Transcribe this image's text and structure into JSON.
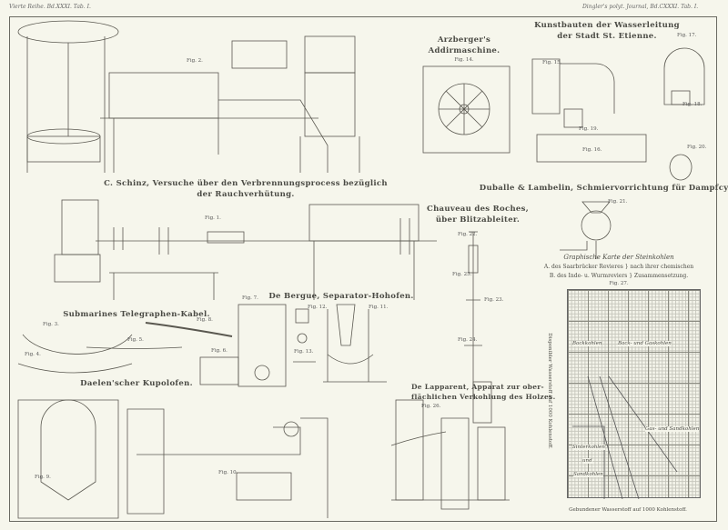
{
  "header": {
    "left": "Vierte Reihe. Bd.XXXI. Tab. I.",
    "right": "Dingler's polyt. Journal, Bd.CXXXI. Tab. I."
  },
  "sections": {
    "schinz": {
      "title_line1": "C. Schinz, Versuche über den Verbrennungsprocess bezüglich",
      "title_line2": "der Rauchverhütung.",
      "fig1": "Fig. 1.",
      "fig2": "Fig. 2."
    },
    "arzberger": {
      "title_line1": "Arzberger's",
      "title_line2": "Addirmaschine.",
      "fig14": "Fig. 14."
    },
    "st_etienne": {
      "title_line1": "Kunstbauten der Wasserleitung",
      "title_line2": "der Stadt  St. Etienne.",
      "fig15": "Fig. 15.",
      "fig16": "Fig. 16.",
      "fig17": "Fig. 17.",
      "fig18": "Fig. 18.",
      "fig19": "Fig. 19.",
      "fig20": "Fig. 20."
    },
    "duballe": {
      "title": "Duballe & Lambelin, Schmiervorrichtung für Dampfcylinder.",
      "fig21": "Fig. 21."
    },
    "chauveau": {
      "title_line1": "Chauveau des Roches,",
      "title_line2": "über Blitzableiter.",
      "fig22": "Fig. 22.",
      "fig23": "Fig. 23.",
      "fig24": "Fig. 24.",
      "fig25": "Fig. 25."
    },
    "cable": {
      "title": "Submarines Telegraphen-Kabel.",
      "fig3": "Fig. 3.",
      "fig4": "Fig. 4.",
      "fig5": "Fig. 5.",
      "fig6": "Fig. 6.",
      "fig7": "Fig. 7.",
      "fig8": "Fig. 8."
    },
    "bergue": {
      "title": "De Bergue, Separator-Hohofen.",
      "fig11": "Fig. 11.",
      "fig12": "Fig. 12.",
      "fig13": "Fig. 13."
    },
    "daelen": {
      "title": "Daelen'scher Kupolofen.",
      "fig9": "Fig. 9.",
      "fig10": "Fig. 10."
    },
    "lapparent": {
      "title_line1": "De Lapparent, Apparat zur ober-",
      "title_line2": "flächlichen Verkohlung des Holzes.",
      "fig26": "Fig. 26."
    }
  },
  "chart_data": {
    "type": "scatter",
    "title_line1": "Graphische Karte der Steinkohlen",
    "title_line2": "A. des Saarbrücker Revieres } nach ihrer chemischen",
    "title_line3": "B. des Inde- u. Wurmreviers } Zusammensetzung.",
    "fig": "Fig. 27.",
    "xlabel": "Gebundener Wasserstoff auf 1000 Kohlenstoff.",
    "ylabel": "Disponibler Wasserstoff auf 1000 Kohlenstoff.",
    "region_labels": [
      "Backkohlen",
      "Back- und Gaskohlen",
      "Gas- und Sandkohlen",
      "Sinterkohlen",
      "und",
      "Sandkohlen"
    ],
    "grid": true
  }
}
